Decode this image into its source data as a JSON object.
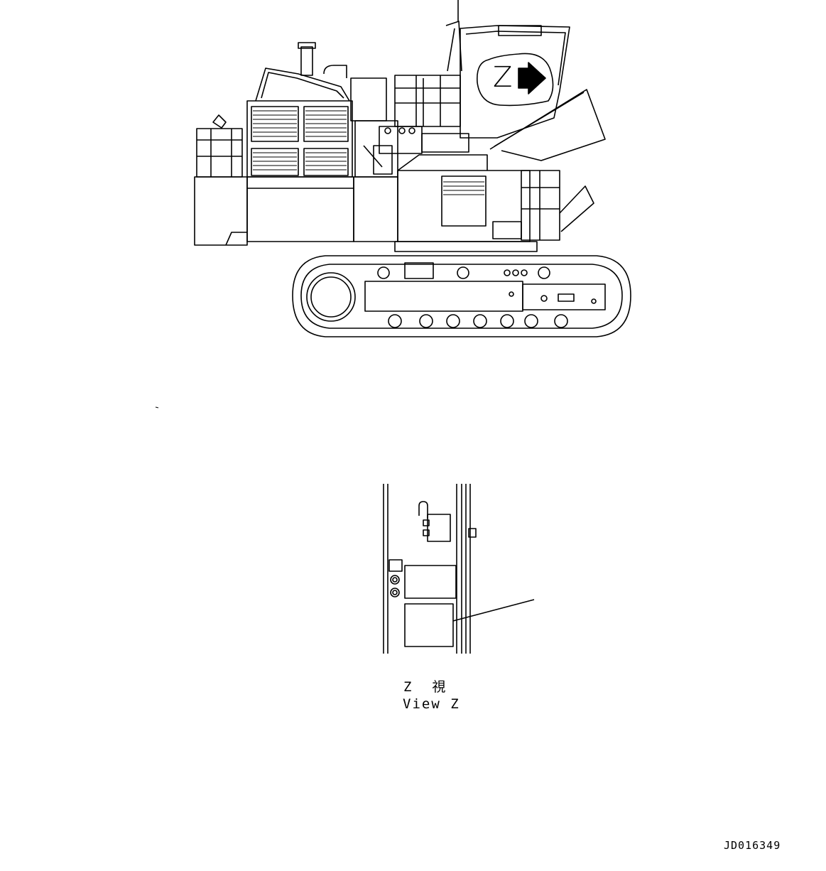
{
  "callout": {
    "letter": "Z"
  },
  "view_label": {
    "japanese": "Z  視",
    "english": "View Z"
  },
  "drawing_id": "JD016349"
}
